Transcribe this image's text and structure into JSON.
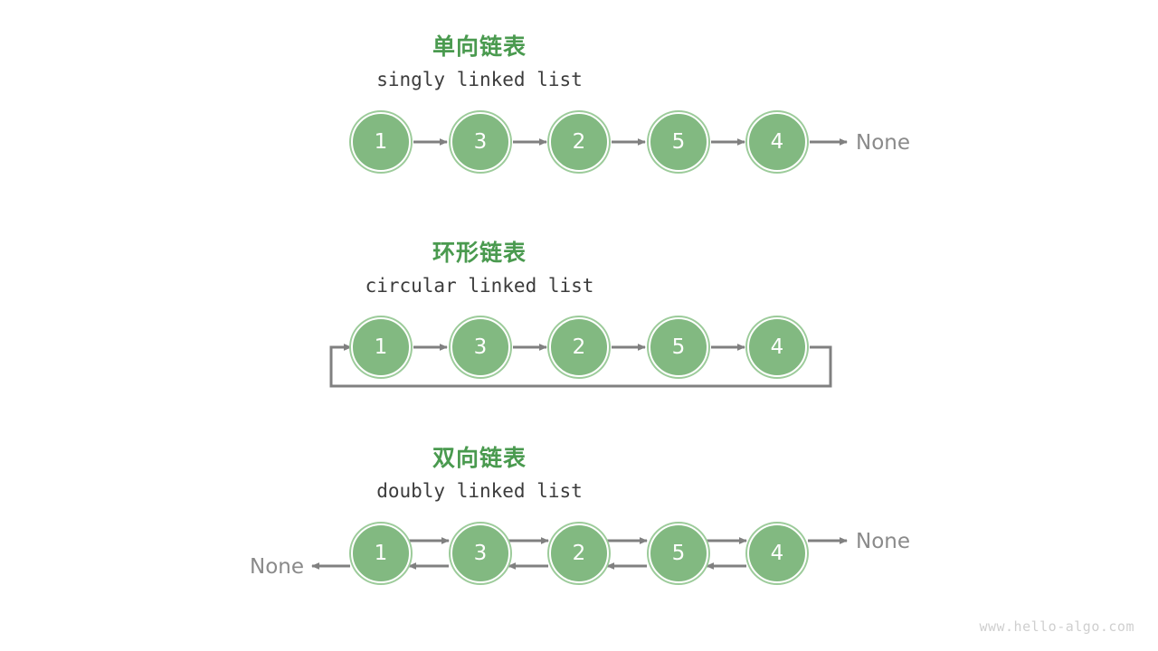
{
  "diagram": {
    "accent_green": "#4a9a4f",
    "node_fill": "#82b981",
    "node_ring": "#9ccb9a",
    "arrow_gray": "#808080",
    "text_gray": "#8a8a8a",
    "watermark": "www.hello-algo.com",
    "sections": [
      {
        "id": "singly",
        "title": "单向链表",
        "subtitle": "singly linked list",
        "values": [
          "1",
          "3",
          "2",
          "5",
          "4"
        ],
        "tail_label": "None",
        "head_label": ""
      },
      {
        "id": "circular",
        "title": "环形链表",
        "subtitle": "circular linked list",
        "values": [
          "1",
          "3",
          "2",
          "5",
          "4"
        ],
        "tail_label": "",
        "head_label": ""
      },
      {
        "id": "doubly",
        "title": "双向链表",
        "subtitle": "doubly linked list",
        "values": [
          "1",
          "3",
          "2",
          "5",
          "4"
        ],
        "tail_label": "None",
        "head_label": "None"
      }
    ]
  }
}
